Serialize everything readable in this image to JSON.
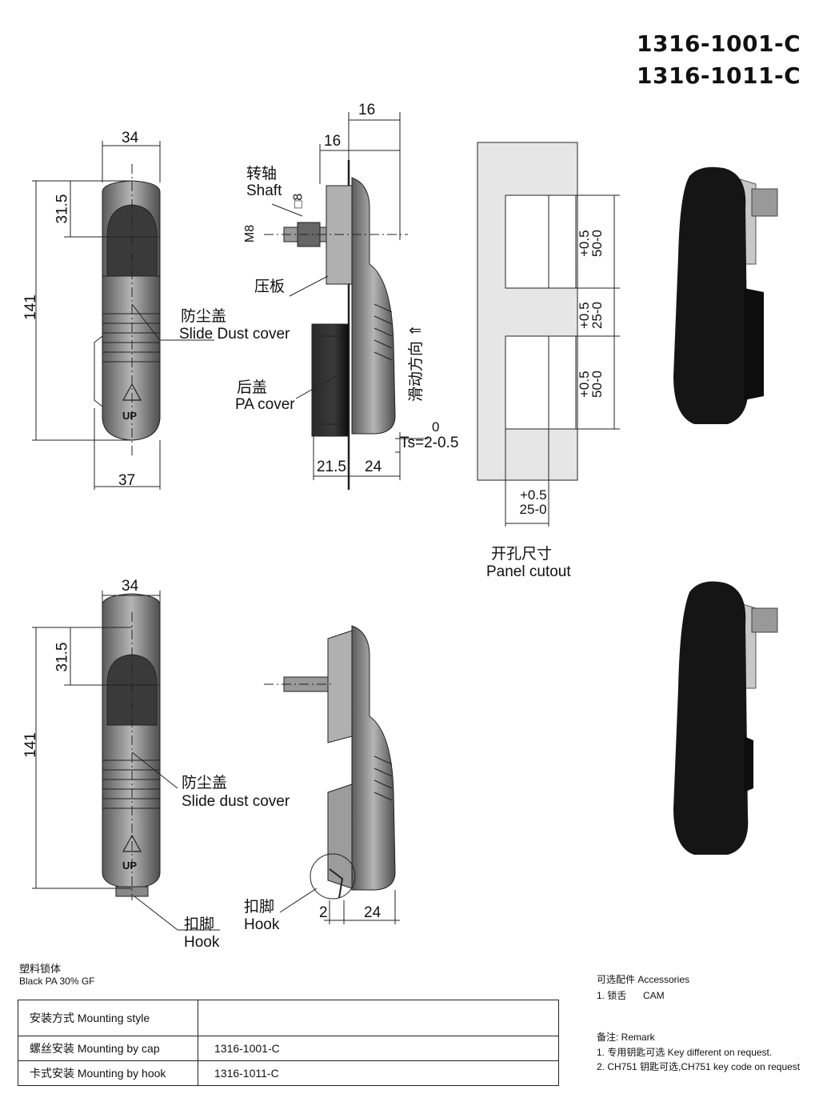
{
  "part_numbers": [
    "1316-1001-C",
    "1316-1011-C"
  ],
  "top_front": {
    "width": "34",
    "height": "141",
    "offset": "31.5",
    "bottom_width": "37",
    "label_cn": "防尘盖",
    "label_en": "Slide Dust cover",
    "up": "UP"
  },
  "top_side": {
    "dim_outer": "16",
    "dim_inner": "16",
    "shaft_cn": "转轴",
    "shaft_en": "Shaft",
    "square": "□8",
    "thread": "M8",
    "plate_cn": "压板",
    "cover_cn": "后盖",
    "cover_en": "PA cover",
    "slide_dir": "滑动方向",
    "arrow": "⇑",
    "ts_top": "0",
    "ts": "Ts=2-0.5",
    "dim_a": "21.5",
    "dim_b": "24"
  },
  "cutout": {
    "tol1_a": "+0.5",
    "tol1_b": "50-0",
    "tol2_a": "+0.5",
    "tol2_b": "25-0",
    "tol3_a": "+0.5",
    "tol3_b": "50-0",
    "tol4_a": "+0.5",
    "tol4_b": "25-0",
    "label_cn": "开孔尺寸",
    "label_en": "Panel cutout"
  },
  "bottom_front": {
    "width": "34",
    "height": "141",
    "offset": "31.5",
    "label_cn": "防尘盖",
    "label_en": "Slide dust cover",
    "hook_cn": "扣脚",
    "hook_en": "Hook",
    "up": "UP"
  },
  "bottom_side": {
    "hook_cn": "扣脚",
    "hook_en": "Hook",
    "dim_a": "2",
    "dim_b": "24"
  },
  "material": {
    "cn": "塑料锁体",
    "en": "Black PA 30% GF"
  },
  "accessories": {
    "title": "可选配件 Accessories",
    "item1_cn": "1. 锁舌",
    "item1_en": "CAM"
  },
  "remark": {
    "title": "备注: Remark",
    "line1": "1. 专用钥匙可选 Key different on request.",
    "line2": "2. CH751 钥匙可选,CH751 key code on request"
  },
  "table": {
    "header": "安装方式 Mounting style",
    "rows": [
      {
        "label": "螺丝安装 Mounting by cap",
        "value": "1316-1001-C"
      },
      {
        "label": "卡式安装 Mounting by hook",
        "value": "1316-1011-C"
      }
    ]
  },
  "colors": {
    "line": "#222222",
    "body": "#8a8a8a",
    "panel": "#e6e6e6",
    "photo": "#141414"
  }
}
